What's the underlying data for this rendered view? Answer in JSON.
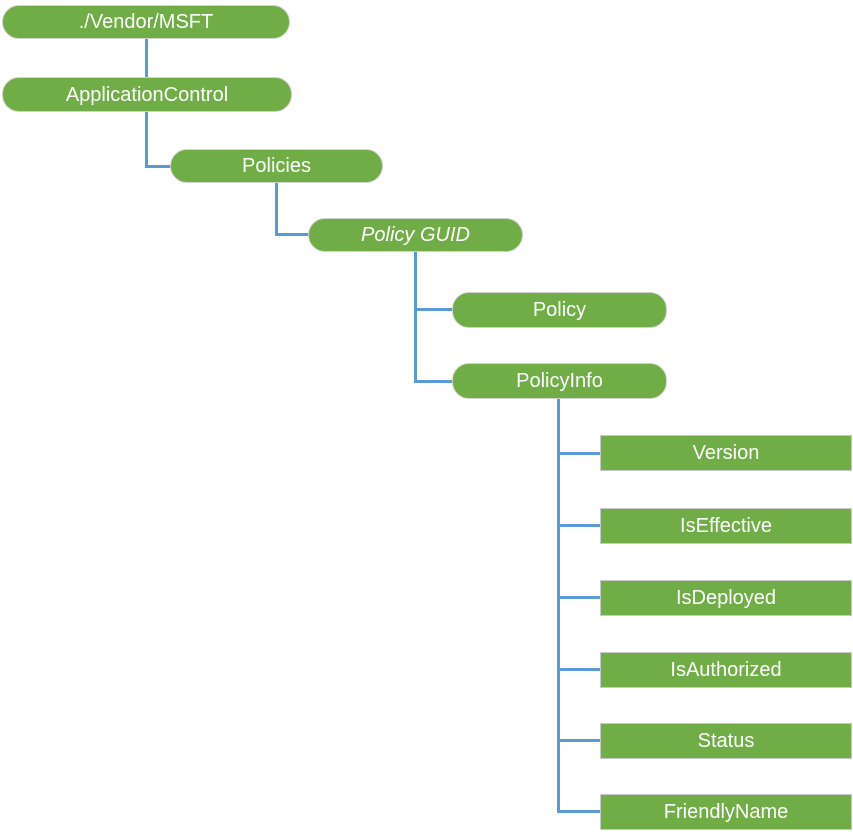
{
  "diagram": {
    "description": "ApplicationControl CSP configuration tree",
    "colors": {
      "node_fill": "#70AD47",
      "node_text": "#FFFFFF",
      "connector": "#5B9BD5",
      "pill_border": "#CFD4CC",
      "rect_border": "#C9C9C9",
      "background": "#FFFFFF"
    },
    "nodes": [
      {
        "id": "vendor-msft",
        "label": "./Vendor/MSFT",
        "shape": "pill",
        "italic": false
      },
      {
        "id": "application-control",
        "label": "ApplicationControl",
        "shape": "pill",
        "italic": false
      },
      {
        "id": "policies",
        "label": "Policies",
        "shape": "pill",
        "italic": false
      },
      {
        "id": "policy-guid",
        "label": "Policy GUID",
        "shape": "pill",
        "italic": true
      },
      {
        "id": "policy",
        "label": "Policy",
        "shape": "pill",
        "italic": false
      },
      {
        "id": "policy-info",
        "label": "PolicyInfo",
        "shape": "pill",
        "italic": false
      },
      {
        "id": "version",
        "label": "Version",
        "shape": "rect",
        "italic": false
      },
      {
        "id": "is-effective",
        "label": "IsEffective",
        "shape": "rect",
        "italic": false
      },
      {
        "id": "is-deployed",
        "label": "IsDeployed",
        "shape": "rect",
        "italic": false
      },
      {
        "id": "is-authorized",
        "label": "IsAuthorized",
        "shape": "rect",
        "italic": false
      },
      {
        "id": "status",
        "label": "Status",
        "shape": "rect",
        "italic": false
      },
      {
        "id": "friendly-name",
        "label": "FriendlyName",
        "shape": "rect",
        "italic": false
      }
    ],
    "edges": [
      "vendor-msft > application-control",
      "application-control > policies",
      "policies > policy-guid",
      "policy-guid > policy",
      "policy-guid > policy-info",
      "policy-info > version",
      "policy-info > is-effective",
      "policy-info > is-deployed",
      "policy-info > is-authorized",
      "policy-info > status",
      "policy-info > friendly-name"
    ]
  }
}
